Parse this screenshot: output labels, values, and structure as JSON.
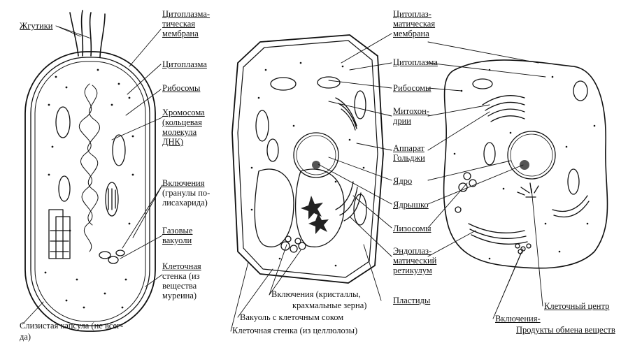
{
  "labels": {
    "flagella": "Жгутики",
    "bact_membrane": [
      "Цитоплазма-",
      "тическая",
      "мембрана"
    ],
    "bact_cytoplasm": "Цитоплазма",
    "bact_ribosomes": "Рибосомы",
    "chromosome": [
      "Хромосома",
      "(кольцевая",
      "молекула",
      "ДНК)"
    ],
    "bact_inclusions": [
      "Включения",
      "(гранулы по-",
      "лисахарида)"
    ],
    "gas_vacuoles": [
      "Газовые",
      "вакуоли"
    ],
    "bact_cell_wall": [
      "Клеточная",
      "стенка (из",
      "вещества",
      "муреина)"
    ],
    "capsule": [
      "Слизистая капсула (не всег-",
      "да)"
    ],
    "mid_membrane": [
      "Цитоплаз-",
      "матическая",
      "мембрана"
    ],
    "mid_cytoplasm": "Цитоплазма",
    "mid_ribosomes": "Рибосомы",
    "mitochondria": [
      "Митохон-",
      "дрии"
    ],
    "golgi": [
      "Аппарат",
      "Гольджи"
    ],
    "nucleus": "Ядро",
    "nucleolus": "Ядрышко",
    "lysosomes": "Лизосомы",
    "er": [
      "Эндоплаз-",
      "матический",
      "ретикулум"
    ],
    "plastids": "Пластиды",
    "plant_inclusions": [
      "Включения (кристаллы,",
      "крахмальные зерна)"
    ],
    "vacuole": "Вакуоль с клеточным соком",
    "plant_cell_wall": "Клеточная стенка (из целлюлозы)",
    "cell_center": "Клеточный центр",
    "animal_inclusions": "Включения-",
    "metabolites": "Продукты обмена веществ"
  }
}
